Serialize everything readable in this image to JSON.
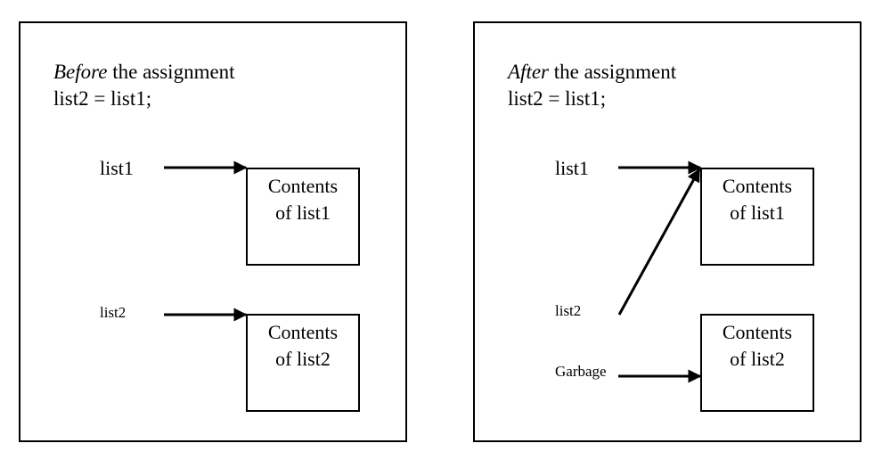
{
  "before": {
    "heading_italic": "Before",
    "heading_rest": " the assignment",
    "heading_code": "list2 = list1;",
    "list1_label": "list1",
    "list2_label": "list2",
    "box1_line1": "Contents",
    "box1_line2": "of list1",
    "box2_line1": "Contents",
    "box2_line2": "of list2"
  },
  "after": {
    "heading_italic": "After",
    "heading_rest": " the assignment",
    "heading_code": "list2 = list1;",
    "list1_label": "list1",
    "list2_label": "list2",
    "garbage_label": "Garbage",
    "box1_line1": "Contents",
    "box1_line2": "of list1",
    "box2_line1": "Contents",
    "box2_line2": "of list2"
  },
  "colors": {
    "stroke": "#000000",
    "background": "#ffffff"
  }
}
